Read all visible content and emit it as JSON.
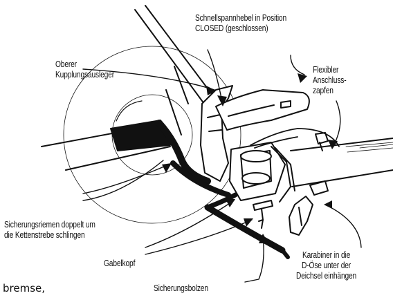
{
  "labels": {
    "lever": "Schnellspannhebel in Position\nCLOSED (geschlossen)",
    "upper_arm": "Oberer\nKupplungsausleger",
    "flex_pin": "Flexibler\nAnschluss-\nzapfen",
    "strap": "Sicherungsriemen doppelt um\ndie Kettenstrebe schlingen",
    "clevis": "Gabelkopf",
    "bolt": "Sicherungsbolzen",
    "carabiner": "Karabiner in die\nD-Öse unter der\nDeichsel einhängen",
    "cut_text": "bremse,"
  },
  "colors": {
    "ink": "#111111",
    "fill": "#ffffff"
  }
}
